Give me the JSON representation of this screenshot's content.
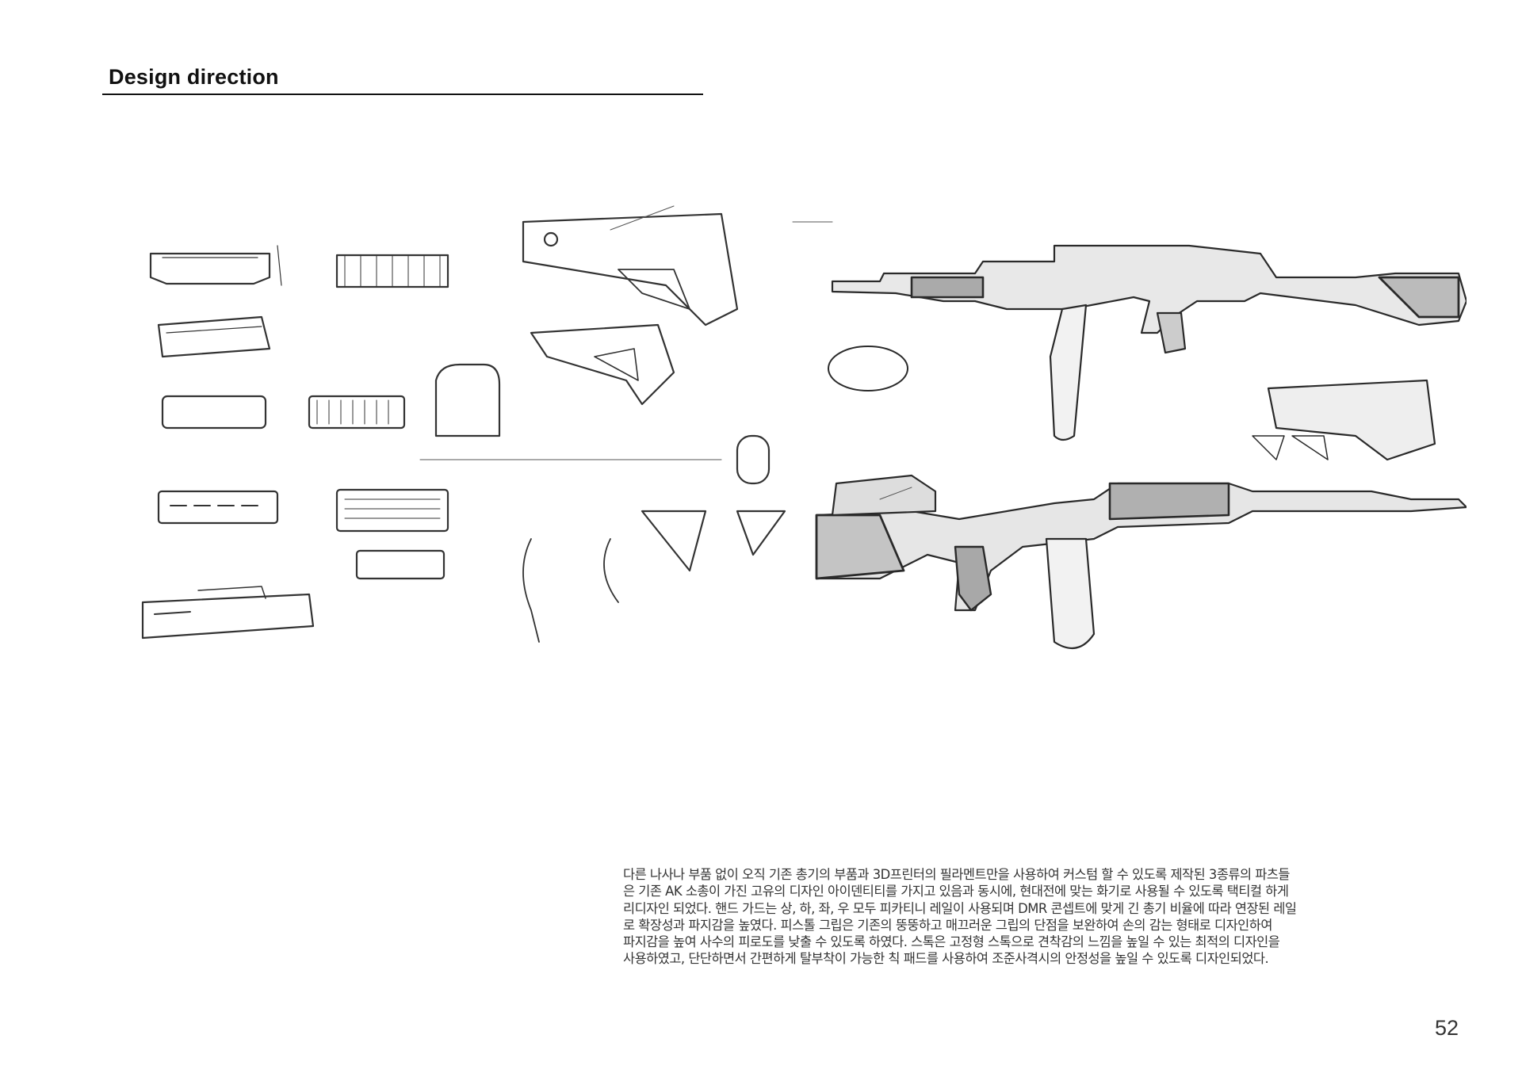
{
  "header": {
    "title": "Design direction"
  },
  "figure": {
    "left_sketch_icon": "concept-sketches",
    "right_sketch_icon": "rifle-render-sketches"
  },
  "body": {
    "lines": [
      "다른 나사나 부품 없이 오직 기존 총기의 부품과 3D프린터의 필라멘트만을 사용하여 커스텀 할 수 있도록 제작된 3종류의 파츠들",
      "은 기존 AK 소총이 가진 고유의 디자인 아이덴티티를 가지고 있음과 동시에, 현대전에 맞는 화기로 사용될 수 있도록 택티컬 하게",
      "리디자인 되었다. 핸드 가드는 상, 하, 좌, 우 모두 피카티니 레일이 사용되며 DMR 콘셉트에 맞게 긴 총기 비율에 따라 연장된 레일",
      "로 확장성과 파지감을 높였다. 피스톨 그립은 기존의 뚱뚱하고 매끄러운 그립의 단점을 보완하여 손의 감는 형태로 디자인하여",
      "파지감을 높여 사수의 피로도를 낮출 수 있도록 하였다. 스톡은 고정형 스톡으로 견착감의 느낌을 높일 수 있는 최적의 디자인을",
      "사용하였고, 단단하면서 간편하게 탈부착이 가능한 칙 패드를 사용하여 조준사격시의 안정성을 높일 수 있도록 디자인되었다."
    ]
  },
  "footer": {
    "page_number": "52"
  }
}
